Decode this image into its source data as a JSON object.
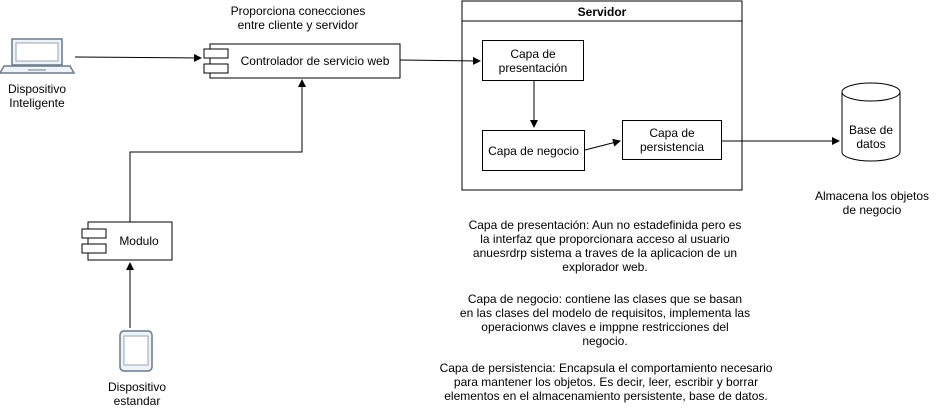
{
  "diagram": {
    "devices": {
      "smart_label": [
        "Dispositivo",
        "Inteligente"
      ],
      "standard_label": [
        "Dispositivo",
        "estandar"
      ]
    },
    "controller": {
      "label": "Controlador de servicio web",
      "caption": [
        "Proporciona conecciones",
        "entre cliente y servidor"
      ]
    },
    "module": {
      "label": "Modulo"
    },
    "server": {
      "title": "Servidor",
      "presentation": [
        "Capa de",
        "presentación"
      ],
      "business": "Capa de negocio",
      "persistence": [
        "Capa de",
        "persistencia"
      ]
    },
    "database": {
      "label": [
        "Base de",
        "datos"
      ],
      "caption": [
        "Almacena los objetos",
        "de negocio"
      ]
    },
    "notes": {
      "presentation": [
        "Capa de presentación: Aun no estadefinida pero es",
        "la interfaz que proporcionara acceso al usuario",
        "anuesrdrp sistema a traves de la aplicacion de un",
        "explorador web."
      ],
      "business": [
        "Capa de negocio: contiene las clases que se basan",
        "en las clases del modelo de requisitos, implementa las",
        "operacionws claves e imppne restricciones del",
        "negocio."
      ],
      "persistence": [
        "Capa de persistencia: Encapsula el comportamiento necesario",
        "para mantener los objetos. Es decir, leer, escribir y borrar",
        "elementos en el almacenamiento persistente, base de datos."
      ]
    }
  }
}
